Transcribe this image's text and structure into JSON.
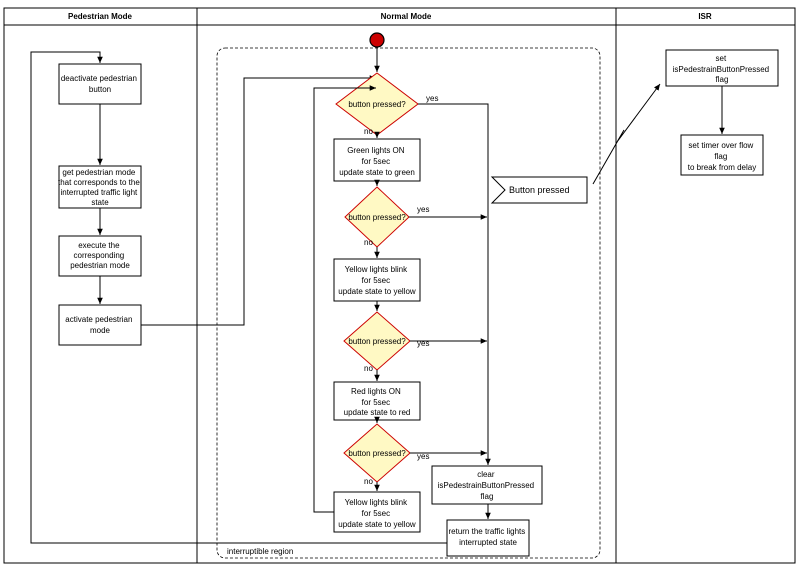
{
  "lanes": {
    "pedestrian_mode": "Pedestrian Mode",
    "normal_mode": "Normal Mode",
    "isr": "ISR"
  },
  "pedestrian": {
    "deactivate": [
      "deactivate pedestrian",
      "button"
    ],
    "get_mode": [
      "get pedestrian mode",
      "that corresponds to the",
      "interrupted traffic light",
      "state"
    ],
    "execute": [
      "execute the",
      "corresponding",
      "pedestrian mode"
    ],
    "activate": [
      "activate pedestrian",
      "mode"
    ]
  },
  "normal": {
    "decision_label": "button pressed?",
    "yes": "yes",
    "no": "no",
    "green": [
      "Green lights ON",
      "for 5sec",
      "update state to green"
    ],
    "yellow": [
      "Yellow lights blink",
      "for 5sec",
      "update state to yellow"
    ],
    "red": [
      "Red lights ON",
      "for 5sec",
      "update state to red"
    ],
    "clear_flag": [
      "clear",
      "isPedestrainButtonPressed",
      "flag"
    ],
    "return_state": [
      "return the traffic lights",
      "interrupted state"
    ],
    "interruptible_region": "interruptible region",
    "button_pressed_signal": "Button pressed"
  },
  "isr": {
    "set_flag": [
      "set",
      "isPedestrainButtonPressed",
      "flag"
    ],
    "set_timer": [
      "set timer over flow",
      "flag",
      "to break from delay"
    ]
  },
  "colors": {
    "decision_fill": "#fff9c4",
    "decision_stroke": "#cc0000",
    "start_fill": "#cc0000"
  }
}
